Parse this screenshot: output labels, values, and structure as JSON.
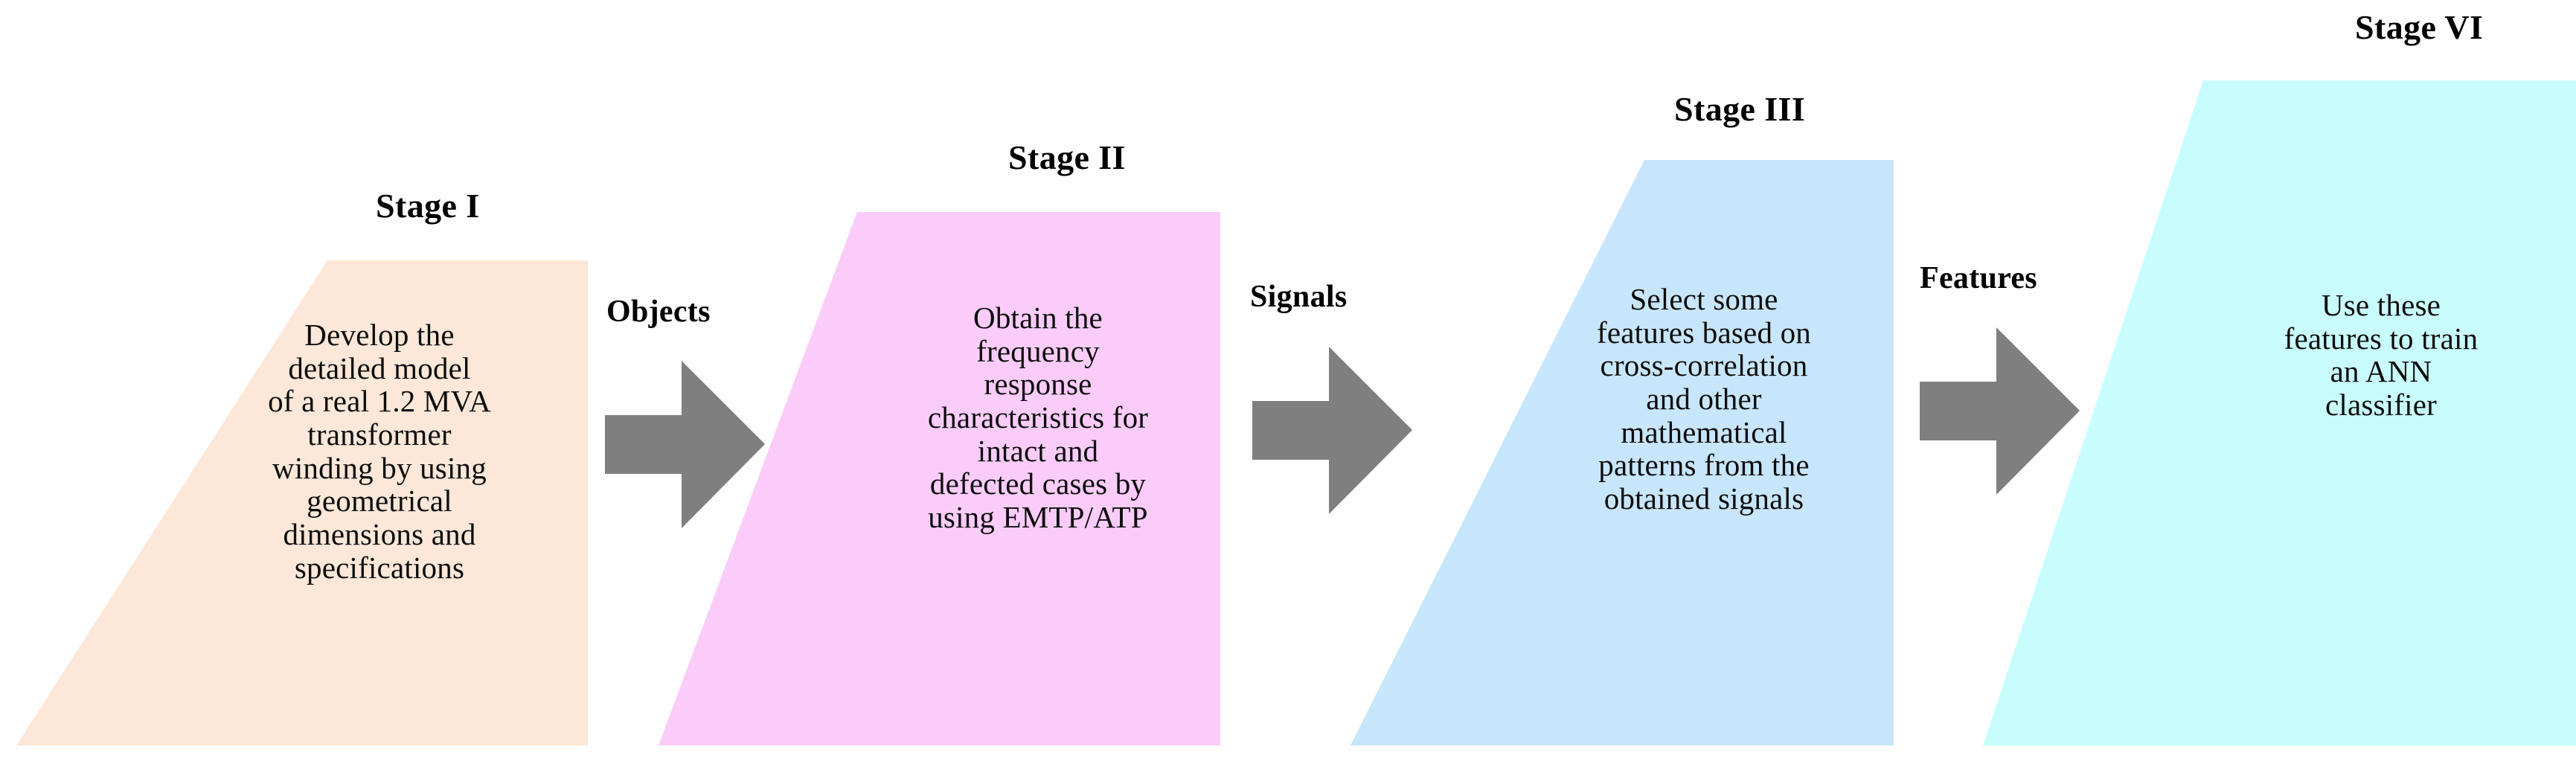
{
  "figure": {
    "type": "process-flow-diagram",
    "orientation": "left-to-right",
    "background_color": "#ffffff",
    "arrow_color": "#7f7f7f",
    "text_color": "#000000"
  },
  "stages": [
    {
      "id": "stage-1",
      "title": "Stage I",
      "body": "Develop the\ndetailed model\nof a real 1.2 MVA\ntransformer\nwinding by using\ngeometrical\ndimensions and\nspecifications",
      "fill_color": "#FCE7D8"
    },
    {
      "id": "stage-2",
      "title": "Stage II",
      "body": "Obtain the\nfrequency\nresponse\ncharacteristics for\nintact and\ndefected cases by\nusing EMTP/ATP",
      "fill_color": "#FBCCFA"
    },
    {
      "id": "stage-3",
      "title": "Stage III",
      "body": "Select some\nfeatures based on\ncross-correlation\nand other\nmathematical\npatterns from the\nobtained signals",
      "fill_color": "#C8E6FB"
    },
    {
      "id": "stage-4",
      "title": "Stage VI",
      "body": "Use these\nfeatures to train\nan ANN\nclassifier",
      "fill_color": "#C9FDFD"
    }
  ],
  "connectors": [
    {
      "id": "connector-1",
      "label": "Objects",
      "icon": "right-arrow-icon",
      "color": "#7f7f7f"
    },
    {
      "id": "connector-2",
      "label": "Signals",
      "icon": "right-arrow-icon",
      "color": "#7f7f7f"
    },
    {
      "id": "connector-3",
      "label": "Features",
      "icon": "right-arrow-icon",
      "color": "#7f7f7f"
    }
  ]
}
